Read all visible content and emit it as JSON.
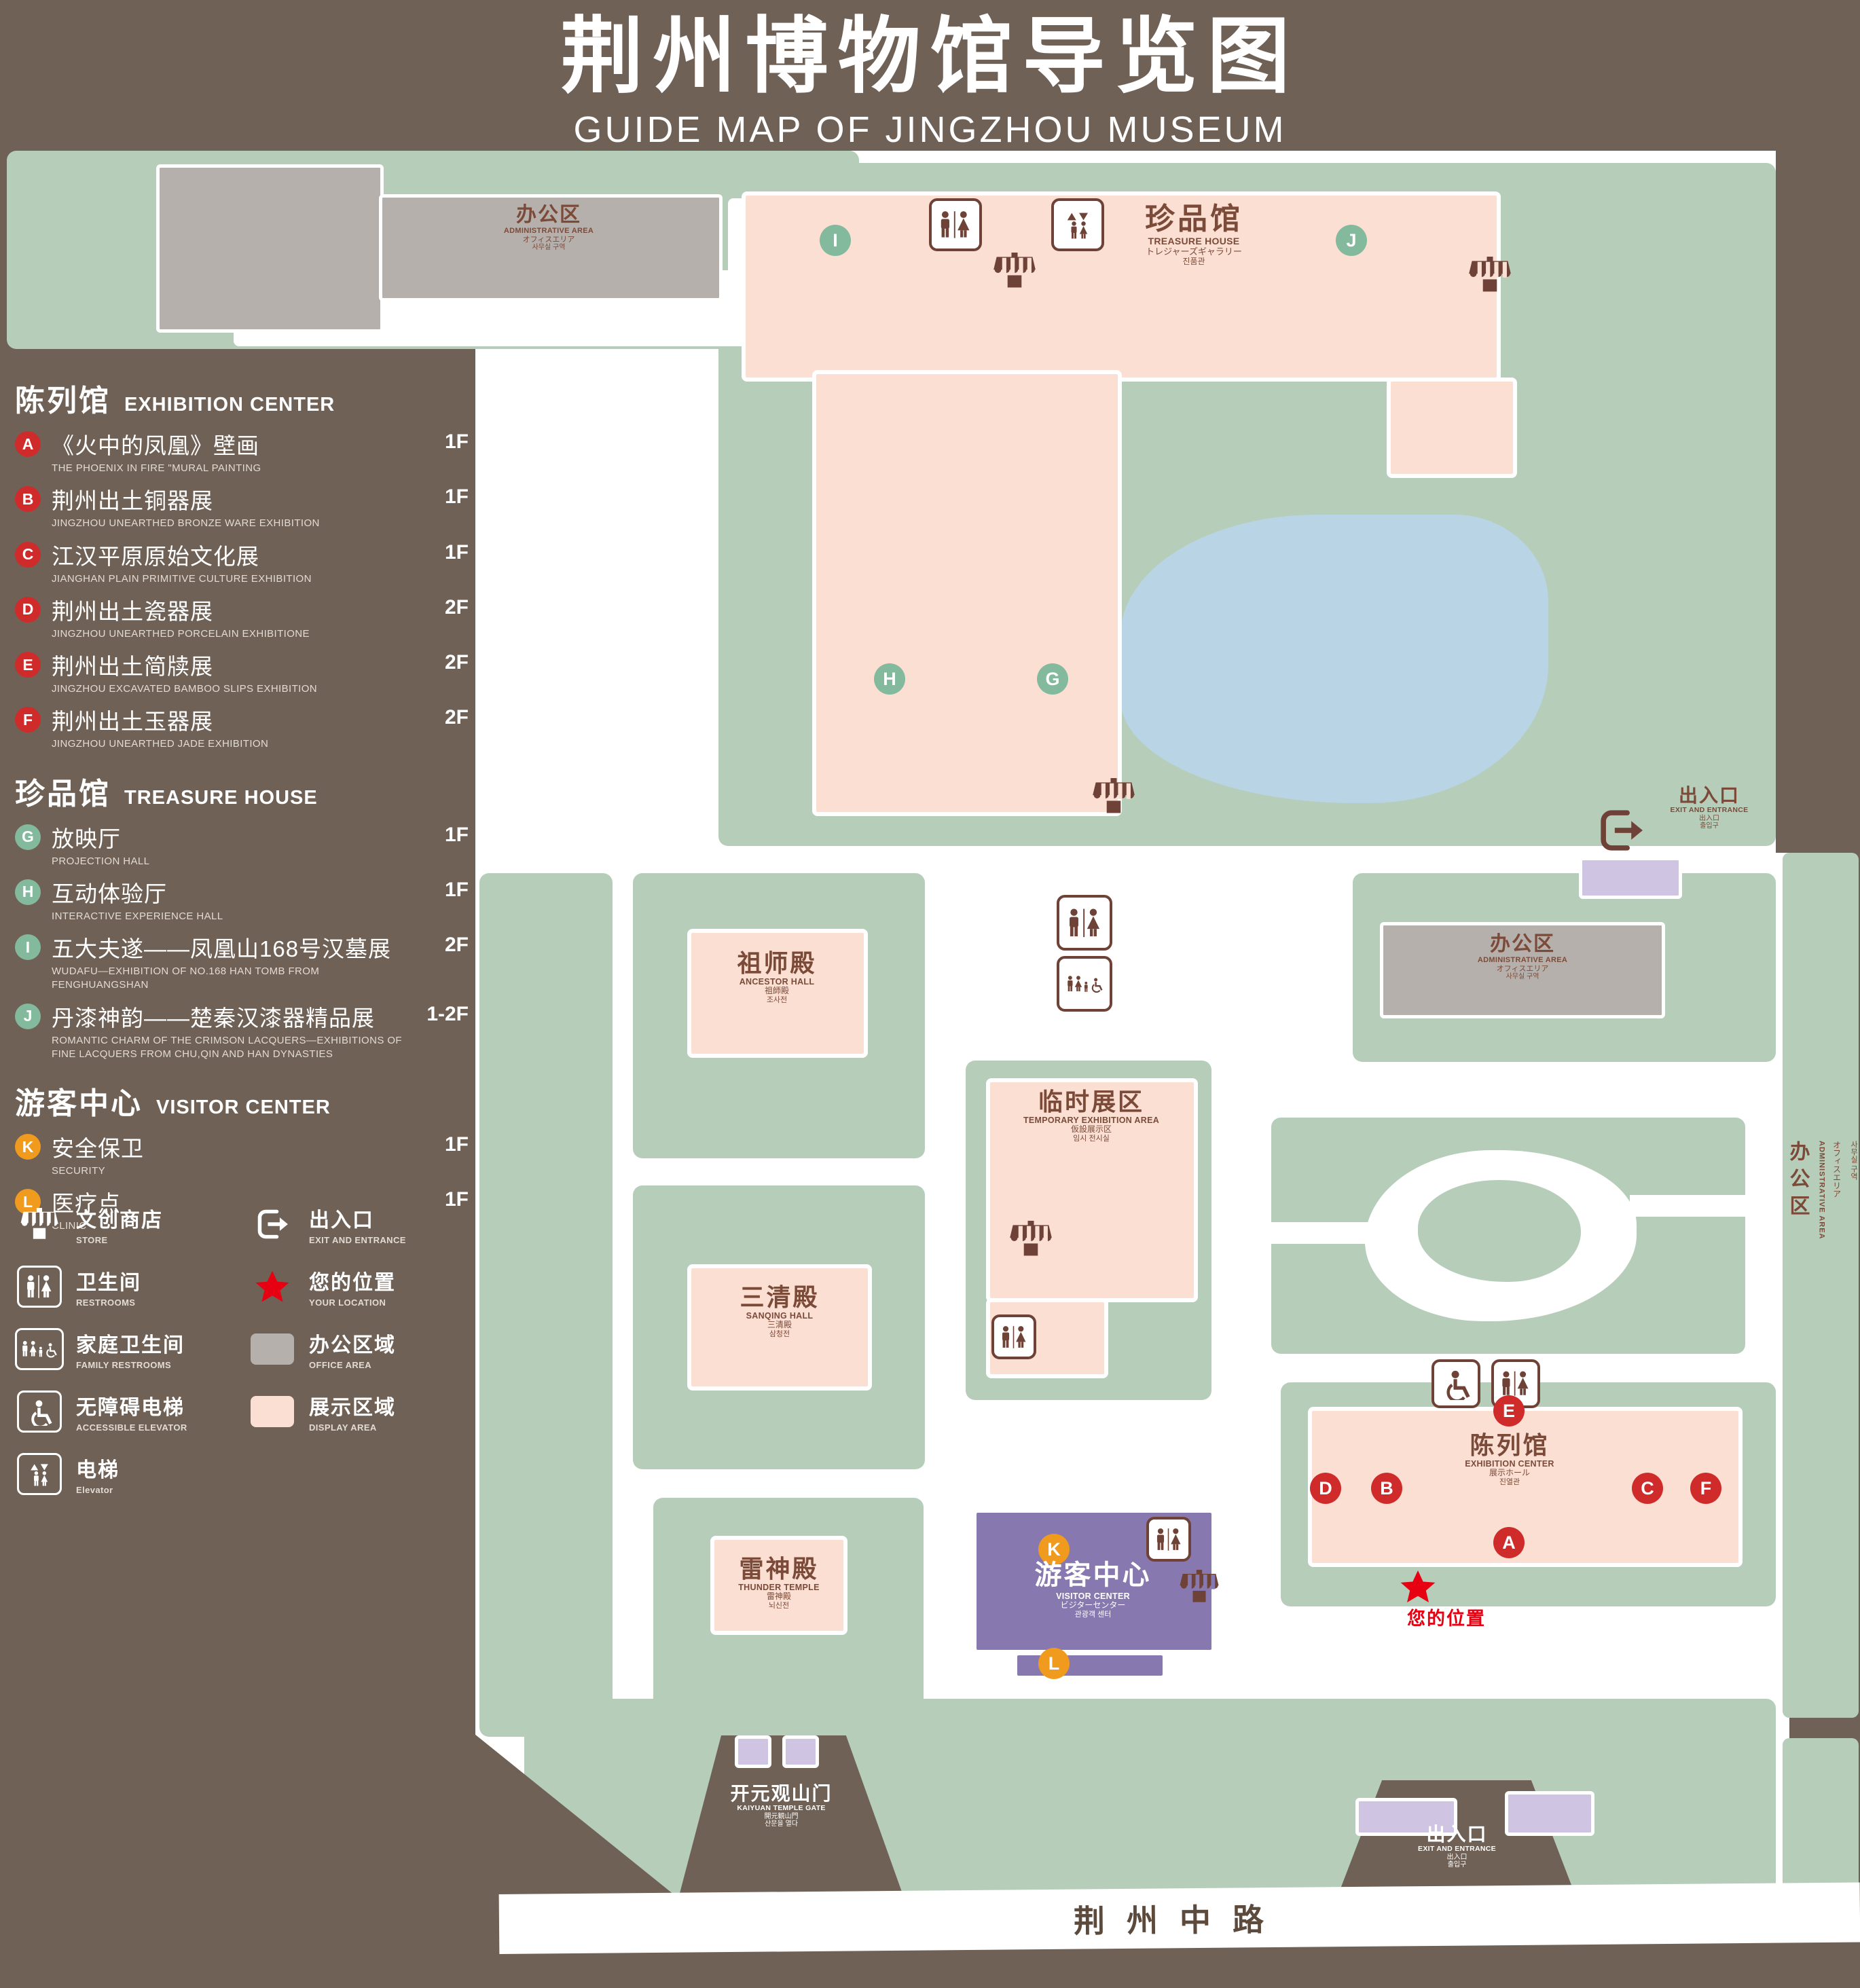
{
  "title": {
    "zh": "荆州博物馆导览图",
    "en": "GUIDE MAP OF JINGZHOU MUSEUM"
  },
  "legend": {
    "sections": [
      {
        "zh": "陈列馆",
        "en": "EXHIBITION CENTER",
        "items": [
          {
            "key": "A",
            "zh": "《火中的凤凰》壁画",
            "en": "THE PHOENIX IN FIRE \"MURAL PAINTING",
            "floor": "1F"
          },
          {
            "key": "B",
            "zh": "荆州出土铜器展",
            "en": "JINGZHOU UNEARTHED BRONZE WARE EXHIBITION",
            "floor": "1F"
          },
          {
            "key": "C",
            "zh": "江汉平原原始文化展",
            "en": "JIANGHAN PLAIN PRIMITIVE CULTURE EXHIBITION",
            "floor": "1F"
          },
          {
            "key": "D",
            "zh": "荆州出土瓷器展",
            "en": "JINGZHOU UNEARTHED PORCELAIN EXHIBITIONE",
            "floor": "2F"
          },
          {
            "key": "E",
            "zh": "荆州出土简牍展",
            "en": "JINGZHOU EXCAVATED BAMBOO SLIPS EXHIBITION",
            "floor": "2F"
          },
          {
            "key": "F",
            "zh": "荆州出土玉器展",
            "en": "JINGZHOU UNEARTHED JADE EXHIBITION",
            "floor": "2F"
          }
        ]
      },
      {
        "zh": "珍品馆",
        "en": "TREASURE HOUSE",
        "items": [
          {
            "key": "G",
            "zh": "放映厅",
            "en": "PROJECTION HALL",
            "floor": "1F"
          },
          {
            "key": "H",
            "zh": "互动体验厅",
            "en": "INTERACTIVE EXPERIENCE HALL",
            "floor": "1F"
          },
          {
            "key": "I",
            "zh": "五大夫遂——凤凰山168号汉墓展",
            "en": "WUDAFU—EXHIBITION OF NO.168 HAN TOMB FROM FENGHUANGSHAN",
            "floor": "2F"
          },
          {
            "key": "J",
            "zh": "丹漆神韵——楚秦汉漆器精品展",
            "en": "ROMANTIC CHARM OF THE CRIMSON LACQUERS—EXHIBITIONS OF FINE LACQUERS FROM CHU,QIN AND HAN DYNASTIES",
            "floor": "1-2F"
          }
        ]
      },
      {
        "zh": "游客中心",
        "en": "VISITOR CENTER",
        "items": [
          {
            "key": "K",
            "zh": "安全保卫",
            "en": "SECURITY",
            "floor": "1F"
          },
          {
            "key": "L",
            "zh": "医疗点",
            "en": "CLINIC",
            "floor": "1F"
          }
        ]
      }
    ],
    "symbols": [
      {
        "icon": "store-icon",
        "zh": "文创商店",
        "en": "STORE"
      },
      {
        "icon": "exit-icon",
        "zh": "出入口",
        "en": "EXIT AND ENTRANCE"
      },
      {
        "icon": "restroom-icon",
        "zh": "卫生间",
        "en": "RESTROOMS"
      },
      {
        "icon": "location-star-icon",
        "zh": "您的位置",
        "en": "YOUR LOCATION"
      },
      {
        "icon": "family-restroom-icon",
        "zh": "家庭卫生间",
        "en": "FAMILY RESTROOMS"
      },
      {
        "icon": "office-area-swatch",
        "zh": "办公区域",
        "en": "OFFICE AREA"
      },
      {
        "icon": "accessible-elevator-icon",
        "zh": "无障碍电梯",
        "en": "ACCESSIBLE ELEVATOR"
      },
      {
        "icon": "display-area-swatch",
        "zh": "展示区域",
        "en": "DISPLAY AREA"
      },
      {
        "icon": "elevator-icon",
        "zh": "电梯",
        "en": "Elevator"
      }
    ]
  },
  "map": {
    "places": {
      "admin_top": {
        "zh": "办公区",
        "en": "ADMINISTRATIVE AREA",
        "jp": "オフィスエリア",
        "kr": "사무실 구역"
      },
      "treasure_house": {
        "zh": "珍品馆",
        "en": "TREASURE HOUSE",
        "jp": "トレジャーズギャラリー",
        "kr": "진품관"
      },
      "exit_right": {
        "zh": "出入口",
        "en": "EXIT AND ENTRANCE",
        "jp": "出入口",
        "kr": "출입구"
      },
      "ancestor_hall": {
        "zh": "祖师殿",
        "en": "ANCESTOR HALL",
        "jp": "祖師殿",
        "kr": "조사전"
      },
      "admin_right": {
        "zh": "办公区",
        "en": "ADMINISTRATIVE AREA",
        "jp": "オフィスエリア",
        "kr": "사무실 구역"
      },
      "temporary_exhibition": {
        "zh": "临时展区",
        "en": "TEMPORARY EXHIBITION AREA",
        "jp": "仮設展示区",
        "kr": "임시 전시실"
      },
      "sanqing_hall": {
        "zh": "三清殿",
        "en": "SANQING HALL",
        "jp": "三清殿",
        "kr": "삼청전"
      },
      "exhibition_center": {
        "zh": "陈列馆",
        "en": "EXHIBITION CENTER",
        "jp": "展示ホール",
        "kr": "진열관"
      },
      "thunder_temple": {
        "zh": "雷神殿",
        "en": "THUNDER TEMPLE",
        "jp": "雷神殿",
        "kr": "뇌신전"
      },
      "visitor_center": {
        "zh": "游客中心",
        "en": "VISITOR CENTER",
        "jp": "ビジターセンター",
        "kr": "관광객 센터"
      },
      "kaiyuan_gate": {
        "zh": "开元观山门",
        "en": "KAIYUAN TEMPLE GATE",
        "jp": "開元観山門",
        "kr": "산문을 열다"
      },
      "exit_bottom": {
        "zh": "出入口",
        "en": "EXIT AND ENTRANCE",
        "jp": "出入口",
        "kr": "출입구"
      },
      "admin_strip": {
        "zh": "办公区",
        "en": "ADMINISTRATIVE AREA",
        "jp": "オフィスエリア",
        "kr": "사무실 구역"
      },
      "your_location": {
        "zh": "您的位置"
      },
      "road": {
        "zh": "荆州中路"
      }
    },
    "markers": {
      "A": "A",
      "B": "B",
      "C": "C",
      "D": "D",
      "E": "E",
      "F": "F",
      "G": "G",
      "H": "H",
      "I": "I",
      "J": "J",
      "K": "K",
      "L": "L"
    }
  },
  "colors": {
    "background": "#6F6156",
    "lawn_green": "#B6CDB9",
    "display_area": "#FADFD2",
    "office_area": "#B5B0AC",
    "water": "#B9D4E4",
    "visitor_center": "#8878B0",
    "light_purple": "#CFC5E2",
    "marker_red": "#CF2B2B",
    "marker_green": "#83B99C",
    "marker_orange": "#F09A1E",
    "icon_brown": "#6E4237",
    "location_red": "#E60012"
  }
}
